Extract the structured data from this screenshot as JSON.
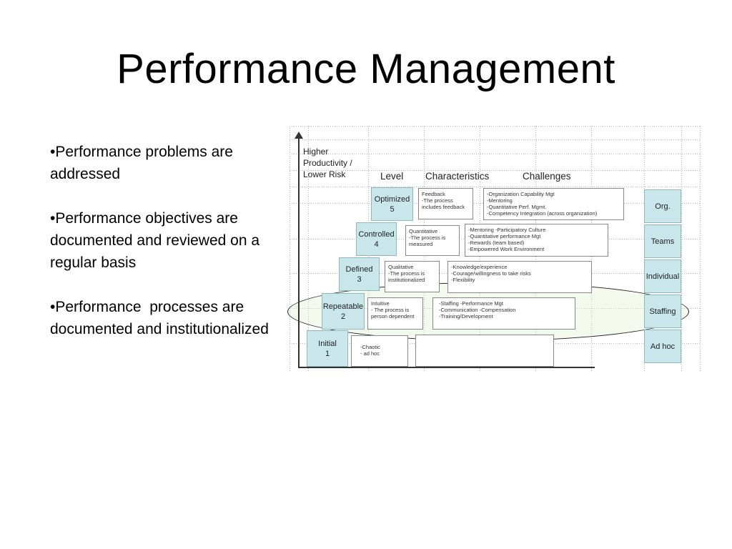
{
  "title": "Performance Management",
  "bullets": [
    "•Performance problems are addressed",
    "•Performance objectives are documented and reviewed on a regular basis",
    "•Performance  processes are documented and institutionalized"
  ],
  "diagram": {
    "y_axis_label": "Higher\nProductivity /\nLower Risk",
    "headers": {
      "level": "Level",
      "characteristics": "Characteristics",
      "challenges": "Challenges"
    },
    "levels": [
      {
        "name": "Optimized",
        "num": "5",
        "characteristics": "Feedback\n-The process\nincludes feedback",
        "challenges": "-Organization Capability Mgt\n-Mentoring\n-Quantitative Perf. Mgmt.\n-Competency Integration (across organization)"
      },
      {
        "name": "Controlled",
        "num": "4",
        "characteristics": "Quantitative\n-The process is\nmeasured",
        "challenges": "-Mentoring      -Participatory Culture\n-Quantitative performance Mgt\n-Rewards (team based)\n-Empowered Work Environment"
      },
      {
        "name": "Defined",
        "num": "3",
        "characteristics": "Qualitative\n-The process is\ninstitutionalized",
        "challenges": "-Knowledge/experience\n-Courage/willingness to take risks\n-Flexibility"
      },
      {
        "name": "Repeatable",
        "num": "2",
        "characteristics": "Intuitive\n- The process is\nperson dependent",
        "challenges": "-Staffing                    -Performance Mgt\n-Communication          -Compensation\n-Training/Development"
      },
      {
        "name": "Initial",
        "num": "1",
        "characteristics": "-Chaotic\n- ad hoc",
        "challenges": ""
      }
    ],
    "side_labels": [
      "Org.",
      "Teams",
      "Individual",
      "Staffing",
      "Ad hoc"
    ]
  }
}
